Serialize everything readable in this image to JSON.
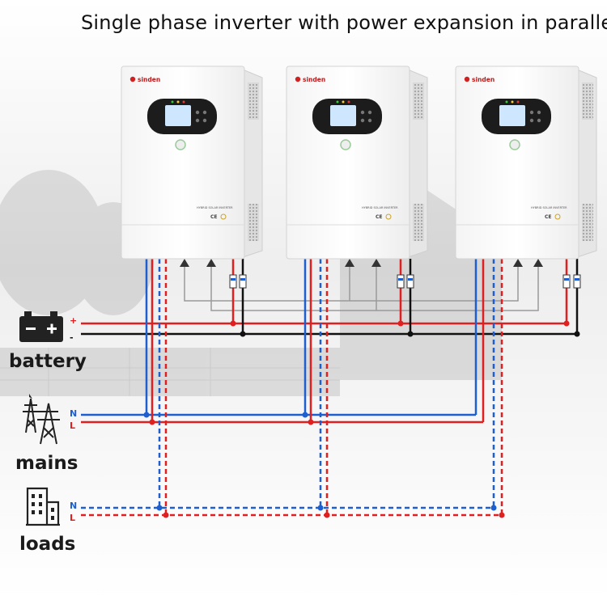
{
  "title": "Single phase inverter with power expansion in parallel",
  "inverter": {
    "brand": "sinden",
    "model_text": "HYBRID SOLAR INVERTER",
    "cert_mark": "CE"
  },
  "inverter_count": 3,
  "sources": [
    {
      "label": "battery",
      "icon": "battery-icon",
      "terminals": [
        "+",
        "-"
      ]
    },
    {
      "label": "mains",
      "icon": "power-tower-icon",
      "terminals": [
        "N",
        "L"
      ]
    },
    {
      "label": "loads",
      "icon": "building-icon",
      "terminals": [
        "N",
        "L"
      ]
    }
  ],
  "colors": {
    "positive_line": "#e02020",
    "neutral_line": "#1e5fd0",
    "negative_line": "#111111",
    "comm_line": "#9a9a9a"
  }
}
